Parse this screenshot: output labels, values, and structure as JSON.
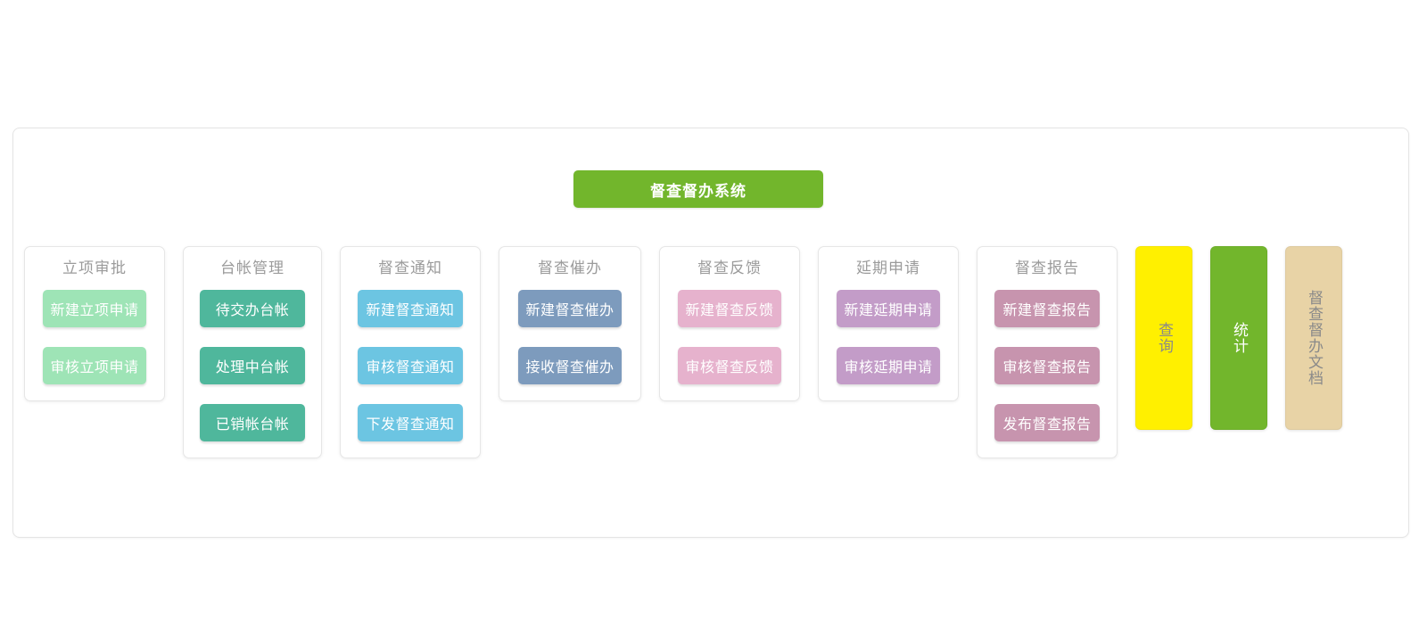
{
  "header": {
    "system_title": "督查督办系统",
    "title_bg": "#72b62c",
    "title_color": "#ffffff"
  },
  "panels": [
    {
      "title": "立项审批",
      "color": "#9ee4b6",
      "width": 158,
      "buttons": [
        {
          "label": "新建立项申请"
        },
        {
          "label": "审核立项申请"
        }
      ]
    },
    {
      "title": "台帐管理",
      "color": "#4fb79c",
      "width": 156,
      "buttons": [
        {
          "label": "待交办台帐"
        },
        {
          "label": "处理中台帐"
        },
        {
          "label": "已销帐台帐"
        }
      ]
    },
    {
      "title": "督查通知",
      "color": "#6cc5e2",
      "width": 158,
      "buttons": [
        {
          "label": "新建督查通知"
        },
        {
          "label": "审核督查通知"
        },
        {
          "label": "下发督查通知"
        }
      ]
    },
    {
      "title": "督查催办",
      "color": "#7d9bbd",
      "width": 160,
      "buttons": [
        {
          "label": "新建督查催办"
        },
        {
          "label": "接收督查催办"
        }
      ]
    },
    {
      "title": "督查反馈",
      "color": "#e6b2cd",
      "width": 158,
      "buttons": [
        {
          "label": "新建督查反馈"
        },
        {
          "label": "审核督查反馈"
        }
      ]
    },
    {
      "title": "延期申请",
      "color": "#c39cc8",
      "width": 158,
      "buttons": [
        {
          "label": "新建延期申请"
        },
        {
          "label": "审核延期申请"
        }
      ]
    },
    {
      "title": "督查报告",
      "color": "#c794ae",
      "width": 158,
      "buttons": [
        {
          "label": "新建督查报告"
        },
        {
          "label": "审核督查报告"
        },
        {
          "label": "发布督查报告"
        }
      ]
    }
  ],
  "side_tabs": [
    {
      "label": "查询",
      "bg": "#fff000",
      "color": "#8a8a8a"
    },
    {
      "label": "统计",
      "bg": "#72b62c",
      "color": "#ffffff"
    },
    {
      "label": "督查督办文档",
      "bg": "#e8d3a6",
      "color": "#8a8a8a"
    }
  ]
}
